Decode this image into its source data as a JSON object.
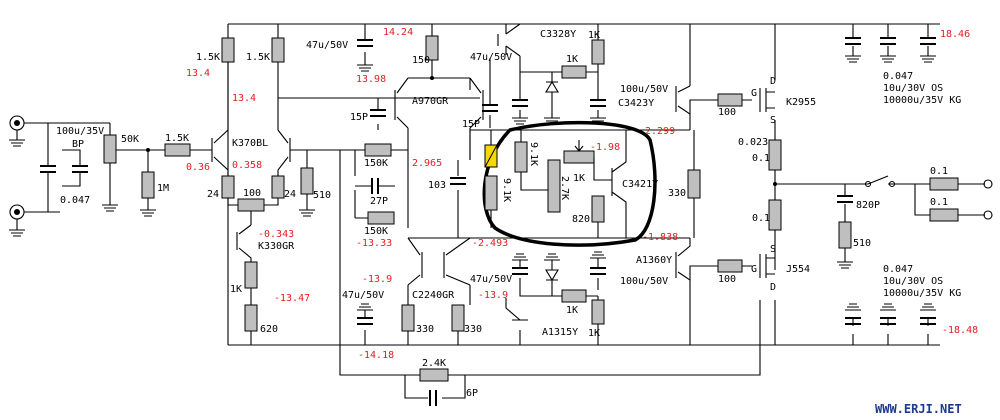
{
  "diagram": {
    "watermark": "WWW.ERJI.NET",
    "components": {
      "r_in_50k": "50K",
      "r_1_5k_in": "1.5K",
      "r_1m": "1M",
      "c_in_bp": "100u/35V",
      "c_in_bp_tag": "BP",
      "c_in_047": "0.047",
      "r_top_1_5k_a": "1.5K",
      "r_top_1_5k_b": "1.5K",
      "q_input_pair": "K370BL",
      "r_24_a": "24",
      "r_24_b": "24",
      "r_100_trim": "100",
      "r_510_fb": "510",
      "q_ccs": "K330GR",
      "r_1k_trim": "1K",
      "r_620": "620",
      "c_top_47u": "47u/50V",
      "r_150": "150",
      "c_15p_a": "15P",
      "c_15p_b": "15P",
      "q_vas_top": "A970GR",
      "r_150k_a": "150K",
      "r_150k_b": "150K",
      "c_27p": "27P",
      "c_103": "103",
      "q_driver_top": "C3328Y",
      "c_47u_drv_top": "47u/50V",
      "r_1k_top_a": "1K",
      "r_1k_top_b": "1K",
      "c_100u_top": "100u/50V",
      "r_9_1k_a": "9.1K",
      "r_9_1k_b": "9.1K",
      "r_2_7k": "2.7K",
      "r_1k_bias": "1K",
      "r_820": "820",
      "q_bias": "C3421Y",
      "q_pre_top": "C3423Y",
      "q_pre_bot": "A1360Y",
      "r_330_mid": "330",
      "r_100_gate_top": "100",
      "r_100_gate_bot": "100",
      "q_mosfet_top": "K2955",
      "q_mosfet_bot": "J554",
      "r_023": "0.023",
      "r_0_1_a": "0.1",
      "r_0_1_b": "0.1",
      "c_820p": "820P",
      "r_510_out": "510",
      "r_out_0_1_a": "0.1",
      "r_out_0_1_b": "0.1",
      "q_vas_bot": "C2240GR",
      "c_bot_47u_a": "47u/50V",
      "c_bot_47u_b": "47u/50V",
      "r_330_a": "330",
      "r_330_b": "330",
      "q_driver_bot": "A1315Y",
      "r_1k_bot_a": "1K",
      "r_1k_bot_b": "1K",
      "c_100u_bot": "100u/50V",
      "r_2_4k": "2.4K",
      "c_6p": "6P",
      "psu_top_1": "0.047",
      "psu_top_2": "10u/30V OS",
      "psu_top_3": "10000u/35V KG",
      "psu_bot_1": "0.047",
      "psu_bot_2": "10u/30V OS",
      "psu_bot_3": "10000u/35V KG",
      "pin_g_top": "G",
      "pin_d_top": "D",
      "pin_s_top": "S",
      "pin_g_bot": "G",
      "pin_d_bot": "D",
      "pin_s_bot": "S"
    },
    "voltages": {
      "v_13_4_a": "13.4",
      "v_13_4_b": "13.4",
      "v_0_36": "0.36",
      "v_0_358": "0.358",
      "v_0_343": "-0.343",
      "v_13_47": "-13.47",
      "v_14_24": "14.24",
      "v_13_98": "13.98",
      "v_2_965": "2.965",
      "v_13_33": "-13.33",
      "v_2_493": "-2.493",
      "v_13_9_a": "-13.9",
      "v_13_9_b": "-13.9",
      "v_14_18": "-14.18",
      "v_1_98": "-1.98",
      "v_2_299": "2.299",
      "v_1_838": "-1.838",
      "v_18_46": "18.46",
      "v_18_48": "-18.48"
    }
  }
}
